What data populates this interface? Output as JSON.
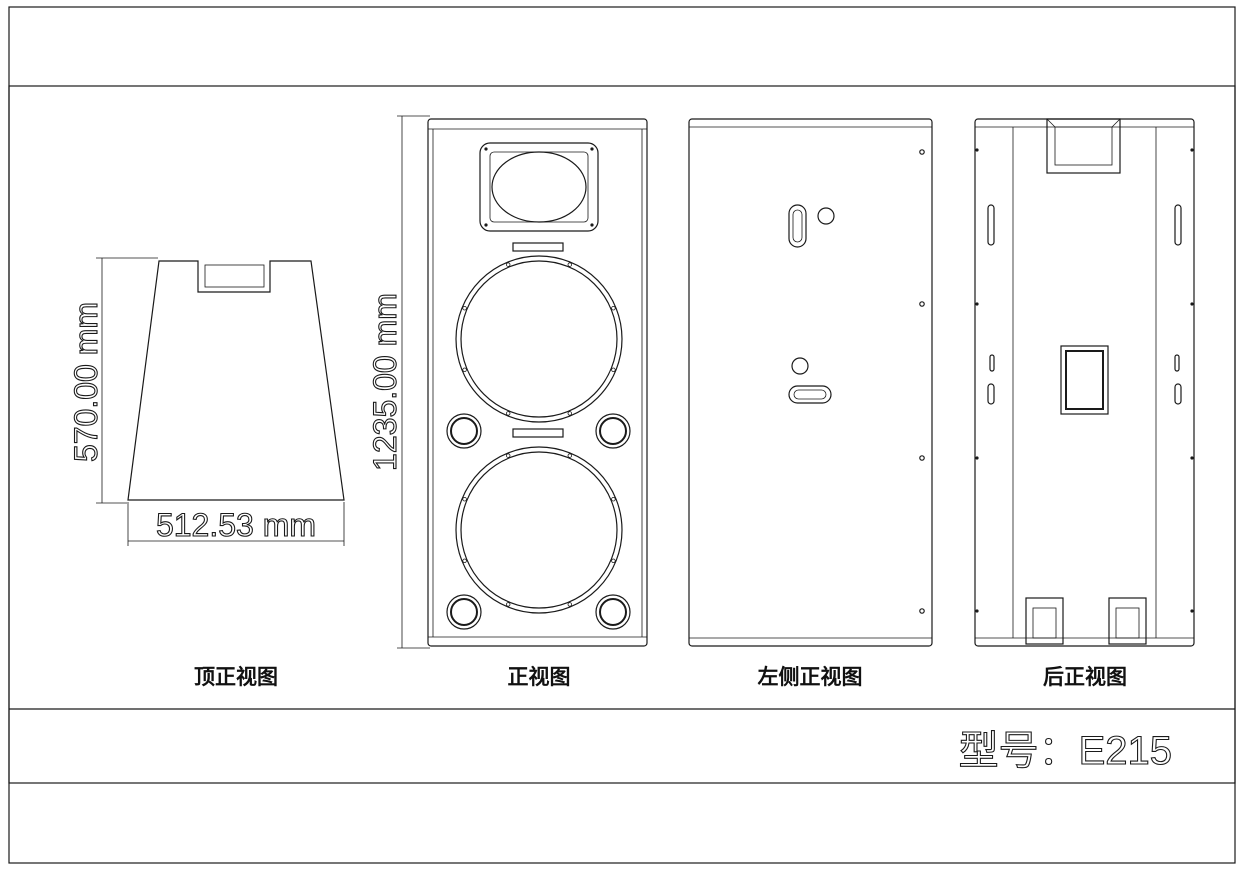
{
  "views": {
    "top": {
      "caption": "顶正视图",
      "dim_height": "570.00 mm",
      "dim_width": "512.53 mm"
    },
    "front": {
      "caption": "正视图",
      "dim_height": "1235.00 mm"
    },
    "left": {
      "caption": "左侧正视图"
    },
    "back": {
      "caption": "后正视图"
    }
  },
  "model_label": "型号：E215"
}
